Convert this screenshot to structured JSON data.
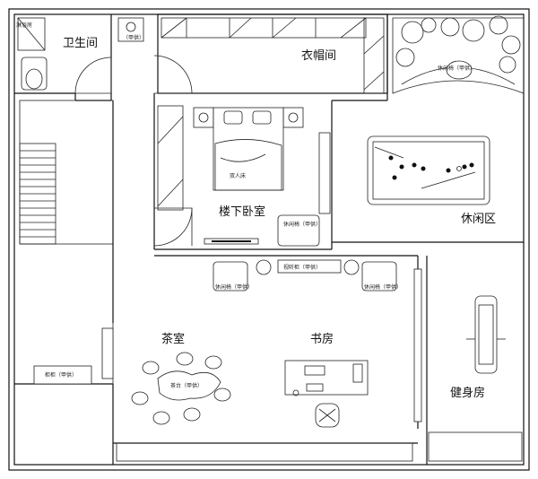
{
  "rooms": {
    "bathroom": "卫生间",
    "wardrobe": "衣帽间",
    "bedroom": "楼下卧室",
    "leisure": "休闲区",
    "tea_room": "茶室",
    "study": "书房",
    "gym": "健身房"
  },
  "furniture_labels": {
    "bed": "双人床",
    "recliner_bedroom": "休闲椅（甲供）",
    "tv_cabinet": "视听柜（甲供）",
    "armchair_left": "休闲椅（甲供）",
    "armchair_right": "休闲椅（甲供）",
    "leisure_sofa": "休闲椅（甲供）",
    "tea_table": "茶台（甲供）",
    "tea_cabinet": "柜柜（甲供）",
    "washbasin": "（甲供）",
    "shower": "淋浴房"
  }
}
